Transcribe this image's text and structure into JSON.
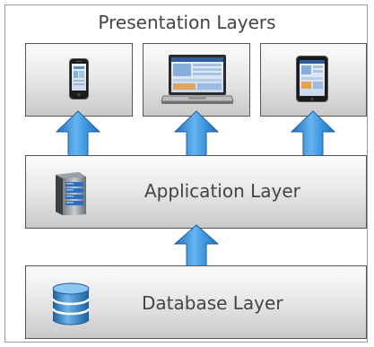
{
  "diagram": {
    "presentation": {
      "title": "Presentation Layers",
      "devices": [
        {
          "name": "smartphone",
          "icon": "smartphone-icon"
        },
        {
          "name": "laptop",
          "icon": "laptop-icon"
        },
        {
          "name": "tablet",
          "icon": "tablet-icon"
        }
      ]
    },
    "application": {
      "label": "Application Layer",
      "icon": "server-icon"
    },
    "database": {
      "label": "Database Layer",
      "icon": "database-icon"
    },
    "colors": {
      "arrow": "#2a86d6",
      "arrow_light": "#7cc0f2",
      "box_top": "#fbfbfb",
      "box_bottom": "#c9c9c9",
      "border": "#555555",
      "text": "#444444"
    }
  }
}
